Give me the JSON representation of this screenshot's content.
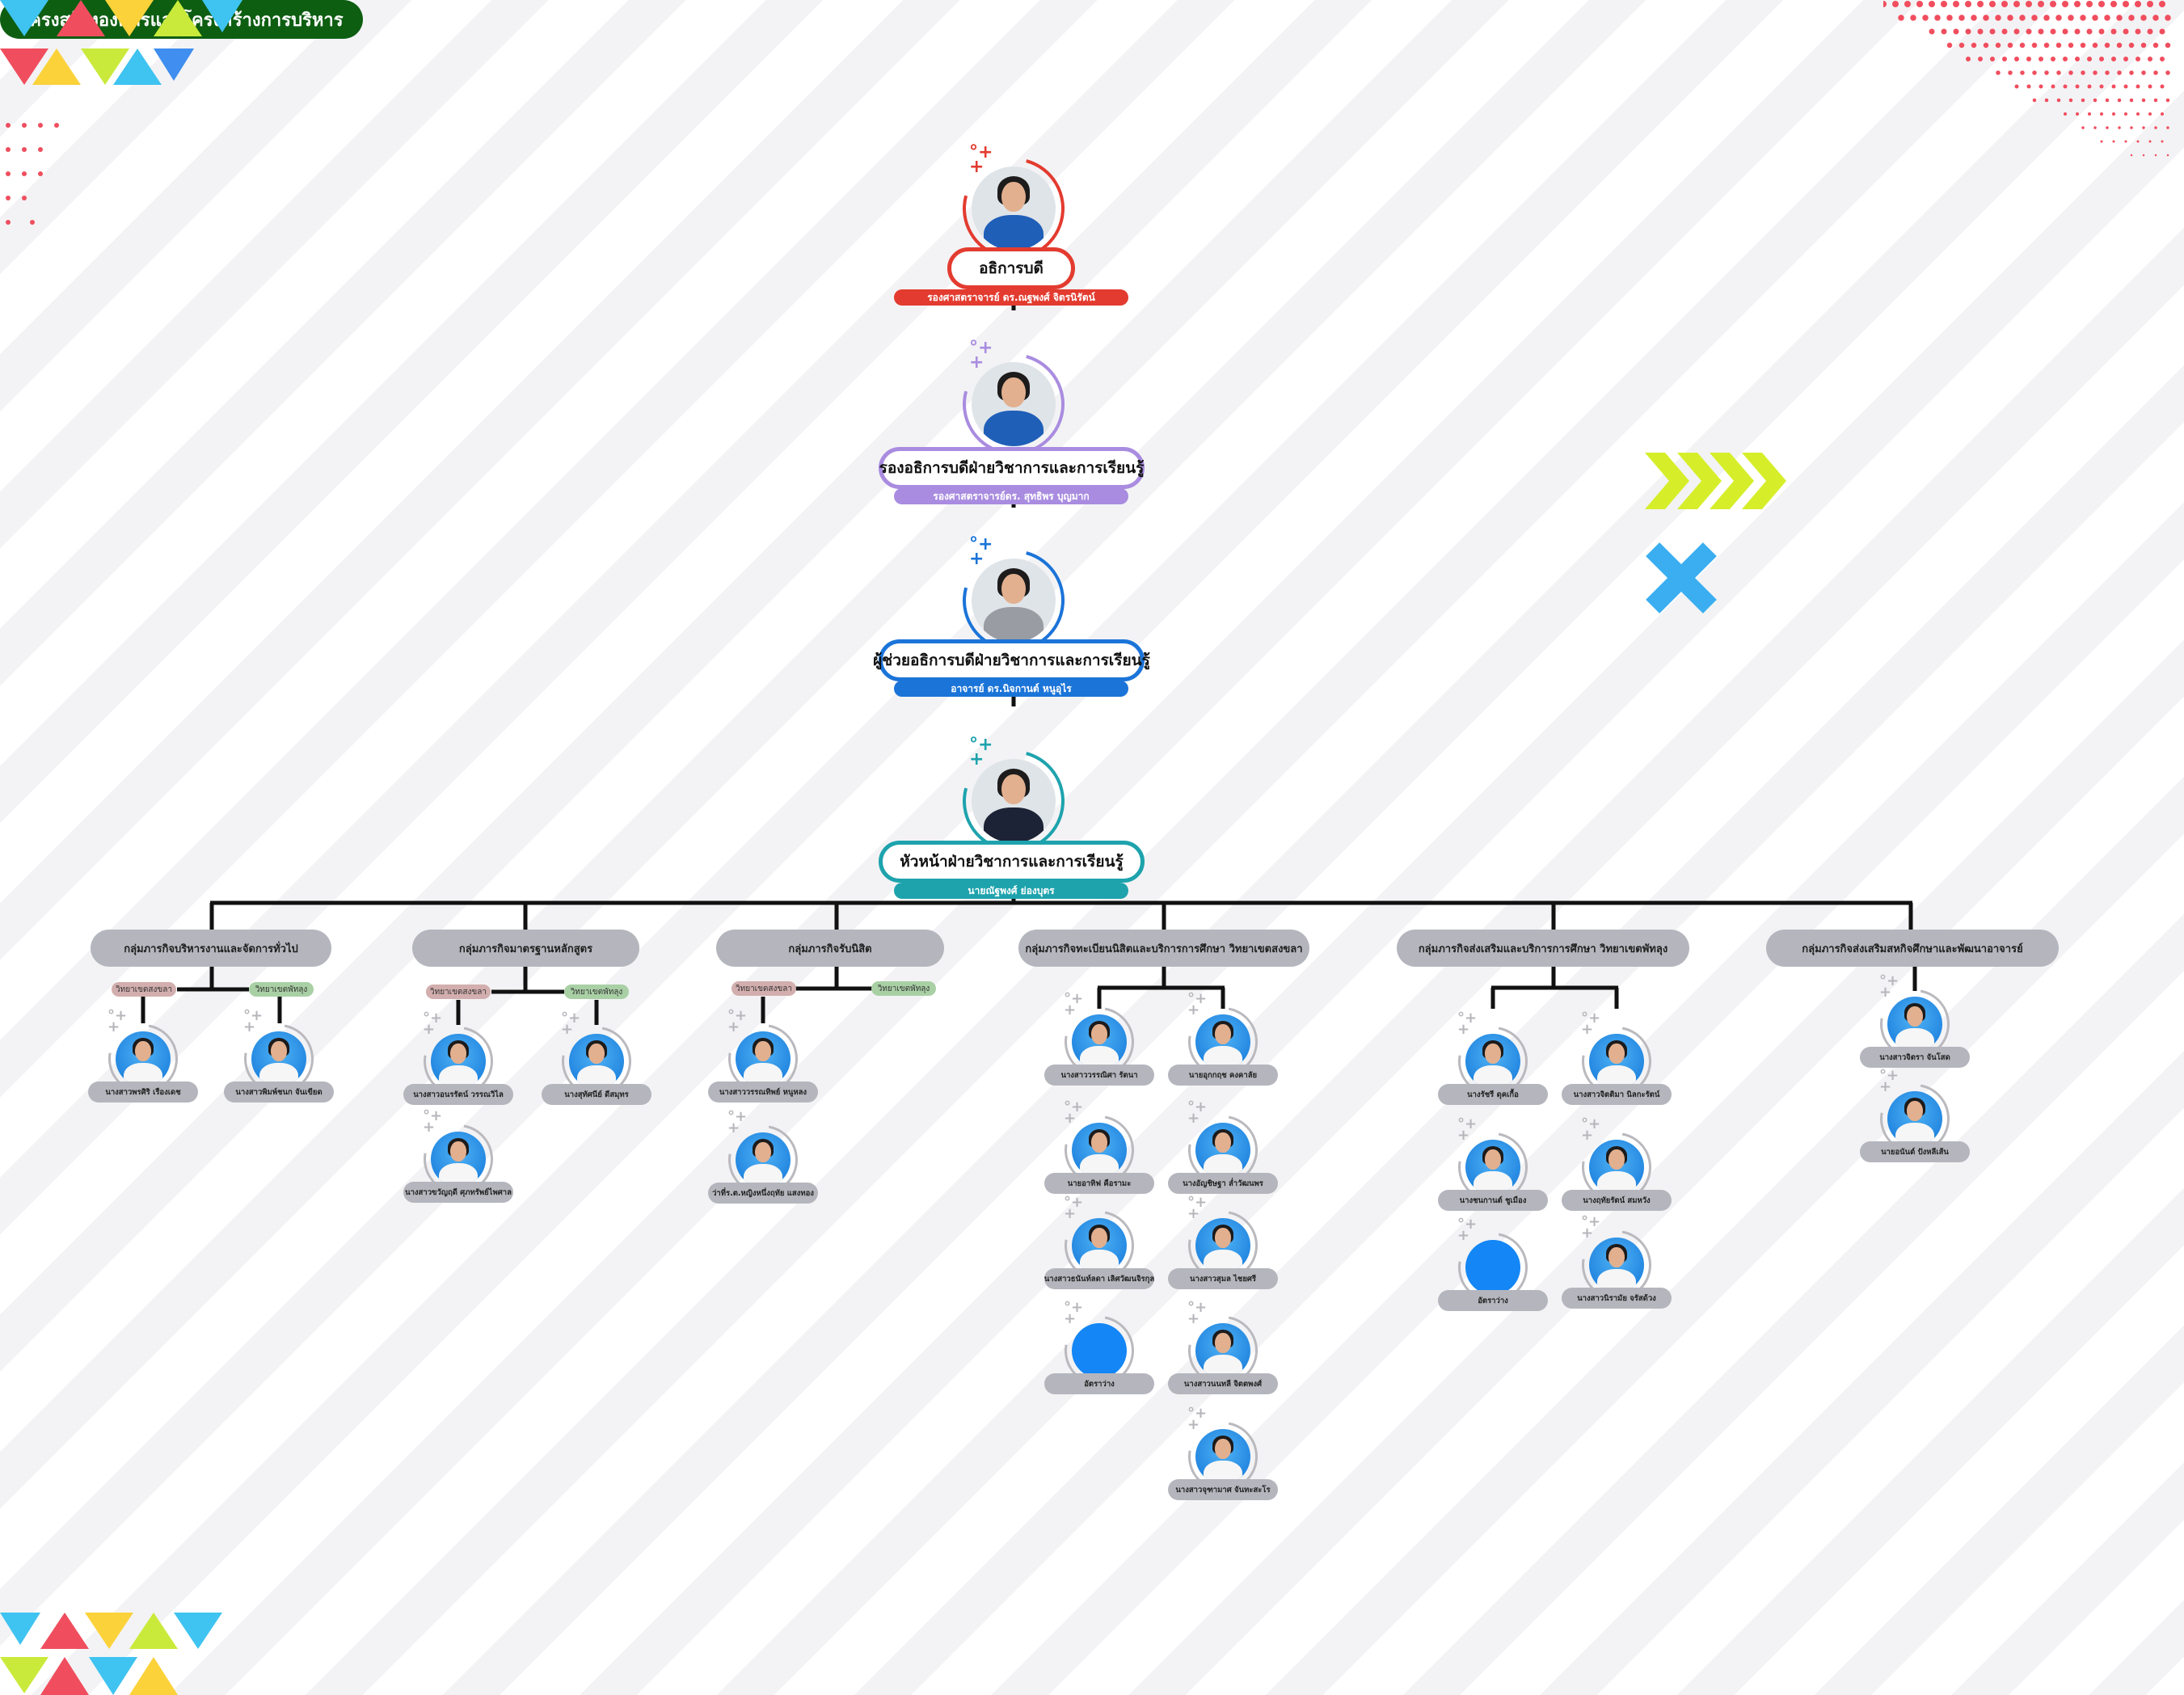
{
  "title": "โครงสร้างองค์กรและโครงสร้างการบริหาร",
  "leaders": [
    {
      "title": "อธิการบดี",
      "name": "รองศาสตราจารย์ ดร.ณฐพงศ์  จิตรนิรัตน์",
      "color": "#e33b2f"
    },
    {
      "title": "รองอธิการบดีฝ่ายวิชาการและการเรียนรู้",
      "name": "รองศาสตราจารย์ดร. สุทธิพร  บุญมาก",
      "color": "#a98ce0"
    },
    {
      "title": "ผู้ช่วยอธิการบดีฝ่ายวิชาการและการเรียนรู้",
      "name": "อาจารย์ ดร.นิจกานต์ หนูอุไร",
      "color": "#1b74d8"
    },
    {
      "title": "หัวหน้าฝ่ายวิชาการและการเรียนรู้",
      "name": "นายณัฐพงศ์ ย่องบุตร",
      "color": "#1ea3ad"
    }
  ],
  "branches": {
    "songkhla": "วิทยาเขตสงขลา",
    "phatthalung": "วิทยาเขตพัทลุง"
  },
  "groups": [
    {
      "label": "กลุ่มภารกิจบริหารงานและจัดการทั่วไป",
      "members": [
        {
          "name": "นางสาวพรศิริ เรืองเดช"
        },
        {
          "name": "นางสาวพิมพ์ชนก จันเขียด"
        }
      ]
    },
    {
      "label": "กลุ่มภารกิจมาตรฐานหลักสูตร",
      "members": [
        {
          "name": "นางสาวอนรรัตน์ วรรณวิไล"
        },
        {
          "name": "นางสุทัศนีย์ ดีสมุทร"
        },
        {
          "name": "นางสาวขวัญฤดี ศุภทรัพย์ไพศาล"
        }
      ]
    },
    {
      "label": "กลุ่มภารกิจรับนิสิต",
      "members": [
        {
          "name": "นางสาววรรณทิพย์  หนูหลง"
        },
        {
          "name": "ว่าที่ร.ต.หญิงหนึ่งฤทัย แสงทอง"
        }
      ]
    },
    {
      "label": "กลุ่มภารกิจทะเบียนนิสิตและบริการการศึกษา  วิทยาเขตสงขลา",
      "members": [
        {
          "name": "นางสาววรรณิศา  รัตนา"
        },
        {
          "name": "นายอุกกฤช  คงคาลัย"
        },
        {
          "name": "นายอาทิฟ คือรามะ"
        },
        {
          "name": "นางอัญชิษฐา  ล่ำวัฒนพร"
        },
        {
          "name": "นางสาวธนันท์ลดา  เลิศวัฒนจิรกุล"
        },
        {
          "name": "นางสาวสุมล ไชยศรี"
        },
        {
          "name": "อัตราว่าง",
          "vacant": true
        },
        {
          "name": "นางสาวนนทลี  จิตตพงศ์"
        },
        {
          "name": "นางสาวจุฑามาศ  จันทะสะโร"
        }
      ]
    },
    {
      "label": "กลุ่มภารกิจส่งเสริมและบริการการศึกษา  วิทยาเขตพัทลุง",
      "members": [
        {
          "name": "นางรัชรี ดุคเกื้อ"
        },
        {
          "name": "นางสาวจิตติมา นิลกะรัตน์"
        },
        {
          "name": "นางชนกานต์ ชูเมือง"
        },
        {
          "name": "นางฤทัยรัตน์  สมหวัง"
        },
        {
          "name": "อัตราว่าง",
          "vacant": true
        },
        {
          "name": "นางสาวนิรามัย  จรัสด้วง"
        }
      ]
    },
    {
      "label": "กลุ่มภารกิจส่งเสริมสหกิจศึกษาและพัฒนาอาจารย์",
      "members": [
        {
          "name": "นางสาวจิตรา จันโสด"
        },
        {
          "name": "นายอนันต์  ปังหลีเส้น"
        }
      ]
    }
  ]
}
